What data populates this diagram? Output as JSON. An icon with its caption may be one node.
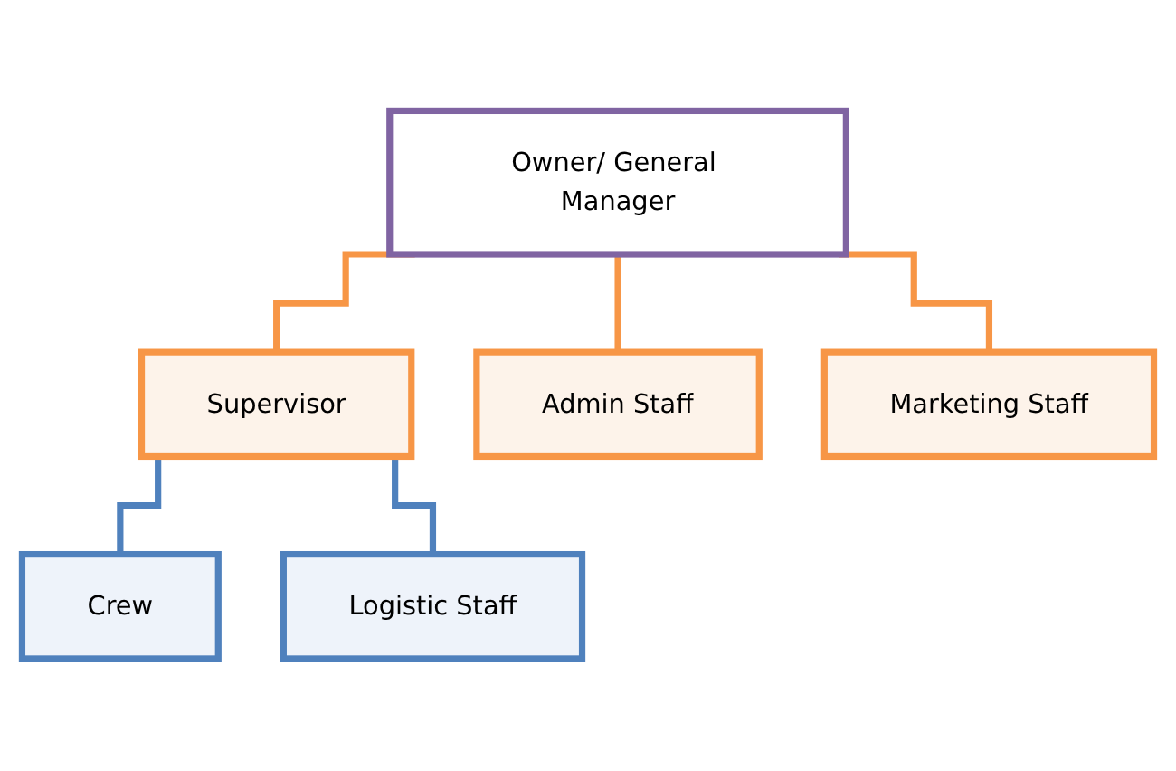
{
  "diagram": {
    "nodes": [
      {
        "text": [
          "Owner/ General Manager"
        ]
      },
      {
        "text": [
          "Supervisor"
        ]
      },
      {
        "text": [
          "Admin Staff"
        ]
      },
      {
        "text": [
          "Marketing Staff"
        ]
      },
      {
        "text": [
          "Crew"
        ]
      },
      {
        "text": [
          "Logistic Staff"
        ]
      }
    ],
    "edges": [
      {
        "from": 0,
        "to": 1,
        "arrow": "none"
      },
      {
        "from": 0,
        "to": 2,
        "arrow": "none"
      },
      {
        "from": 0,
        "to": 3,
        "arrow": "none"
      },
      {
        "from": 1,
        "to": 4,
        "arrow": "none",
        "color": "#4f81bd"
      },
      {
        "from": 1,
        "to": 5,
        "arrow": "none",
        "color": "#4f81bd"
      }
    ]
  }
}
